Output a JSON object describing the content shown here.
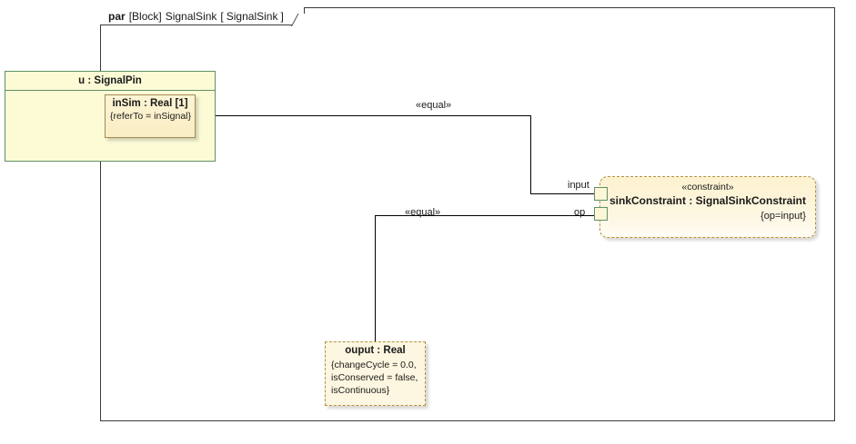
{
  "diagram": {
    "frame": {
      "keyword": "par",
      "type": "[Block]",
      "model": "SignalSink",
      "open_bracket": "[",
      "name": "SignalSink",
      "close_bracket": "]"
    },
    "part": {
      "name": "u : SignalPin",
      "property": {
        "title": "inSim : Real [1]",
        "constraint": "{referTo = inSignal}"
      }
    },
    "constraint_block": {
      "stereotype": "«constraint»",
      "name": "sinkConstraint : SignalSinkConstraint",
      "constraint": "{op=input}",
      "ports": [
        {
          "name": "input"
        },
        {
          "name": "op"
        }
      ]
    },
    "output_property": {
      "title": "ouput : Real",
      "lines": [
        "{changeCycle = 0.0,",
        "isConserved = false,",
        "isContinuous}"
      ]
    },
    "connectors": [
      {
        "label": "«equal»",
        "from": "inSim",
        "to": "input"
      },
      {
        "label": "«equal»",
        "from": "ouput",
        "to": "op"
      }
    ],
    "colors": {
      "part_fill": "#fcfbd6",
      "part_border": "#5f9166",
      "prop_fill": "#fdf4d4",
      "prop_border": "#9d8a54",
      "constraint_fill": "#fdf2cf",
      "constraint_border": "#b09242",
      "connector": "#000000",
      "frame_border": "#3a3a3a"
    }
  }
}
